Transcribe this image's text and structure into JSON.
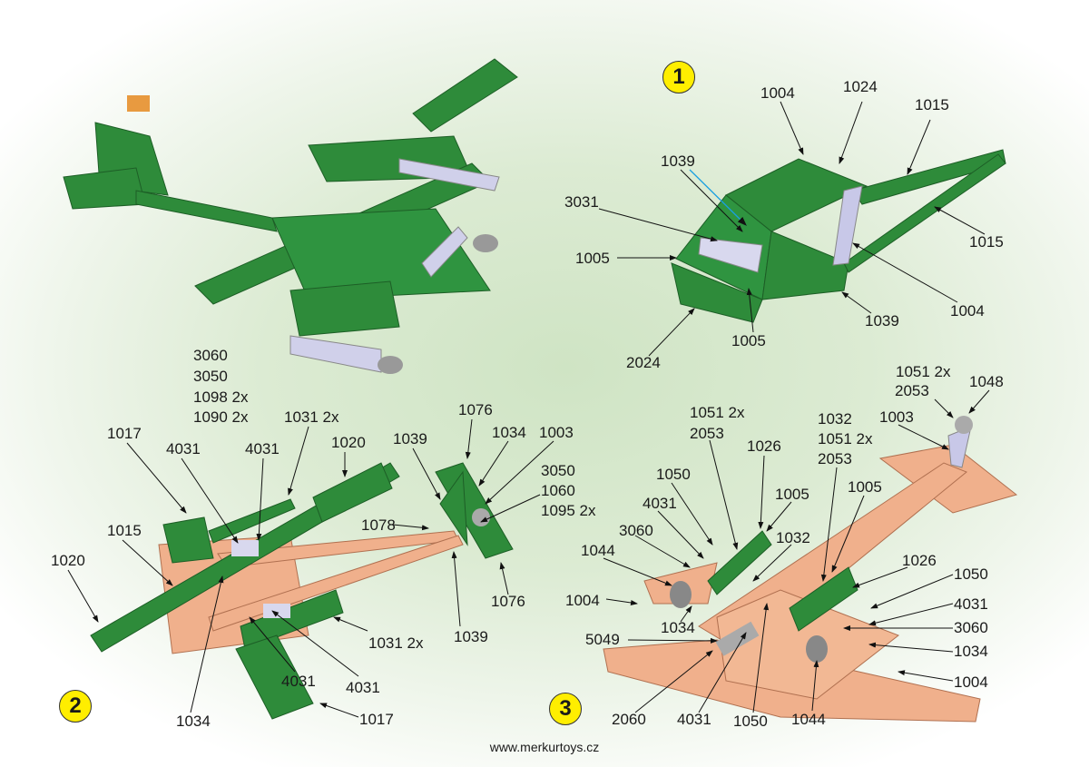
{
  "step1": {
    "badge": "1",
    "labels": [
      "1004",
      "1024",
      "1015",
      "1039",
      "3031",
      "1005",
      "1015",
      "1039",
      "1004",
      "2024",
      "1005"
    ]
  },
  "step2": {
    "badge": "2",
    "labels": [
      "3060",
      "3050",
      "1098 2x",
      "1090 2x",
      "1031 2x",
      "1017",
      "4031",
      "4031",
      "1020",
      "1076",
      "1039",
      "1034",
      "1003",
      "3050",
      "1060",
      "1095 2x",
      "1015",
      "1078",
      "1020",
      "1076",
      "1039",
      "1031 2x",
      "4031",
      "4031",
      "1034",
      "1017"
    ]
  },
  "step3": {
    "badge": "3",
    "labels": [
      "1051 2x",
      "2053",
      "1048",
      "1003",
      "1051 2x",
      "2053",
      "1032",
      "1051 2x",
      "2053",
      "1026",
      "1050",
      "1005",
      "1005",
      "4031",
      "3060",
      "1032",
      "1044",
      "1026",
      "1050",
      "1004",
      "4031",
      "1034",
      "3060",
      "5049",
      "1034",
      "1004",
      "2060",
      "4031",
      "1050",
      "1044"
    ]
  },
  "footer": "www.merkurtoys.cz",
  "colors": {
    "green": "#2e8b3a",
    "copper": "#f0b08c",
    "steel": "#c8c8e0",
    "badge": "#ffee00"
  }
}
